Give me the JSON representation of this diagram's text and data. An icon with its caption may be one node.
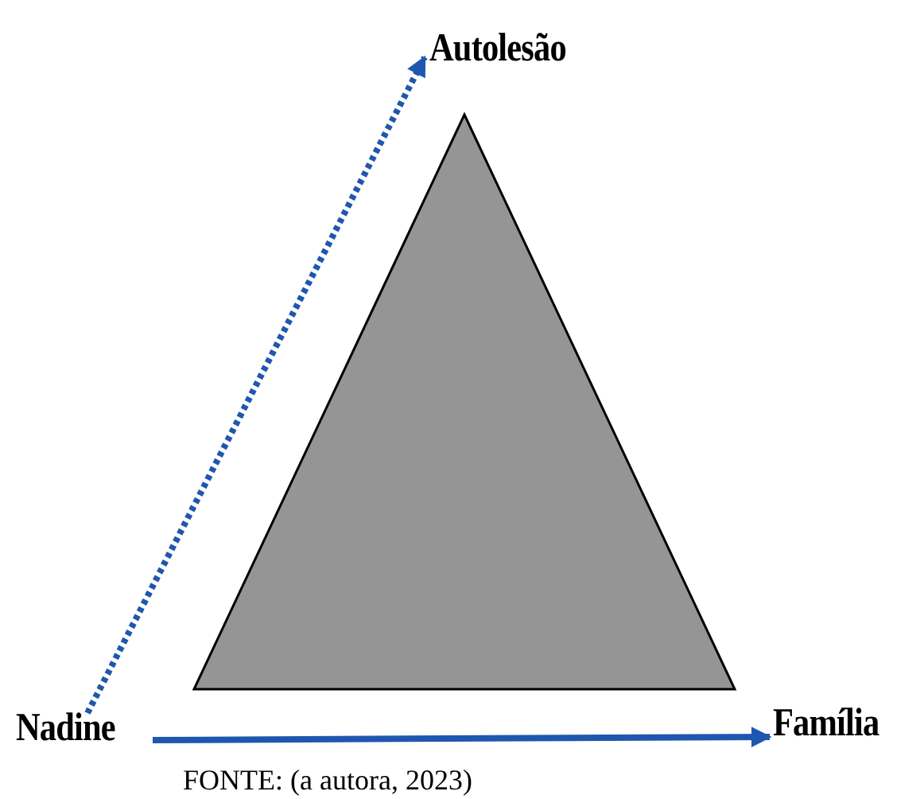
{
  "diagram": {
    "caption": "FONTE: (a autora, 2023)",
    "nodes": [
      {
        "text": [
          "Nadine"
        ]
      },
      {
        "text": [
          "Autolesão"
        ]
      },
      {
        "text": [
          "Família"
        ]
      },
      {
        "text": [],
        "shape": "triangle"
      }
    ],
    "edges": [
      {
        "from": 0,
        "to": 1,
        "arrow": "to",
        "style": "dashed"
      },
      {
        "from": 0,
        "to": 2,
        "arrow": "to"
      }
    ]
  }
}
